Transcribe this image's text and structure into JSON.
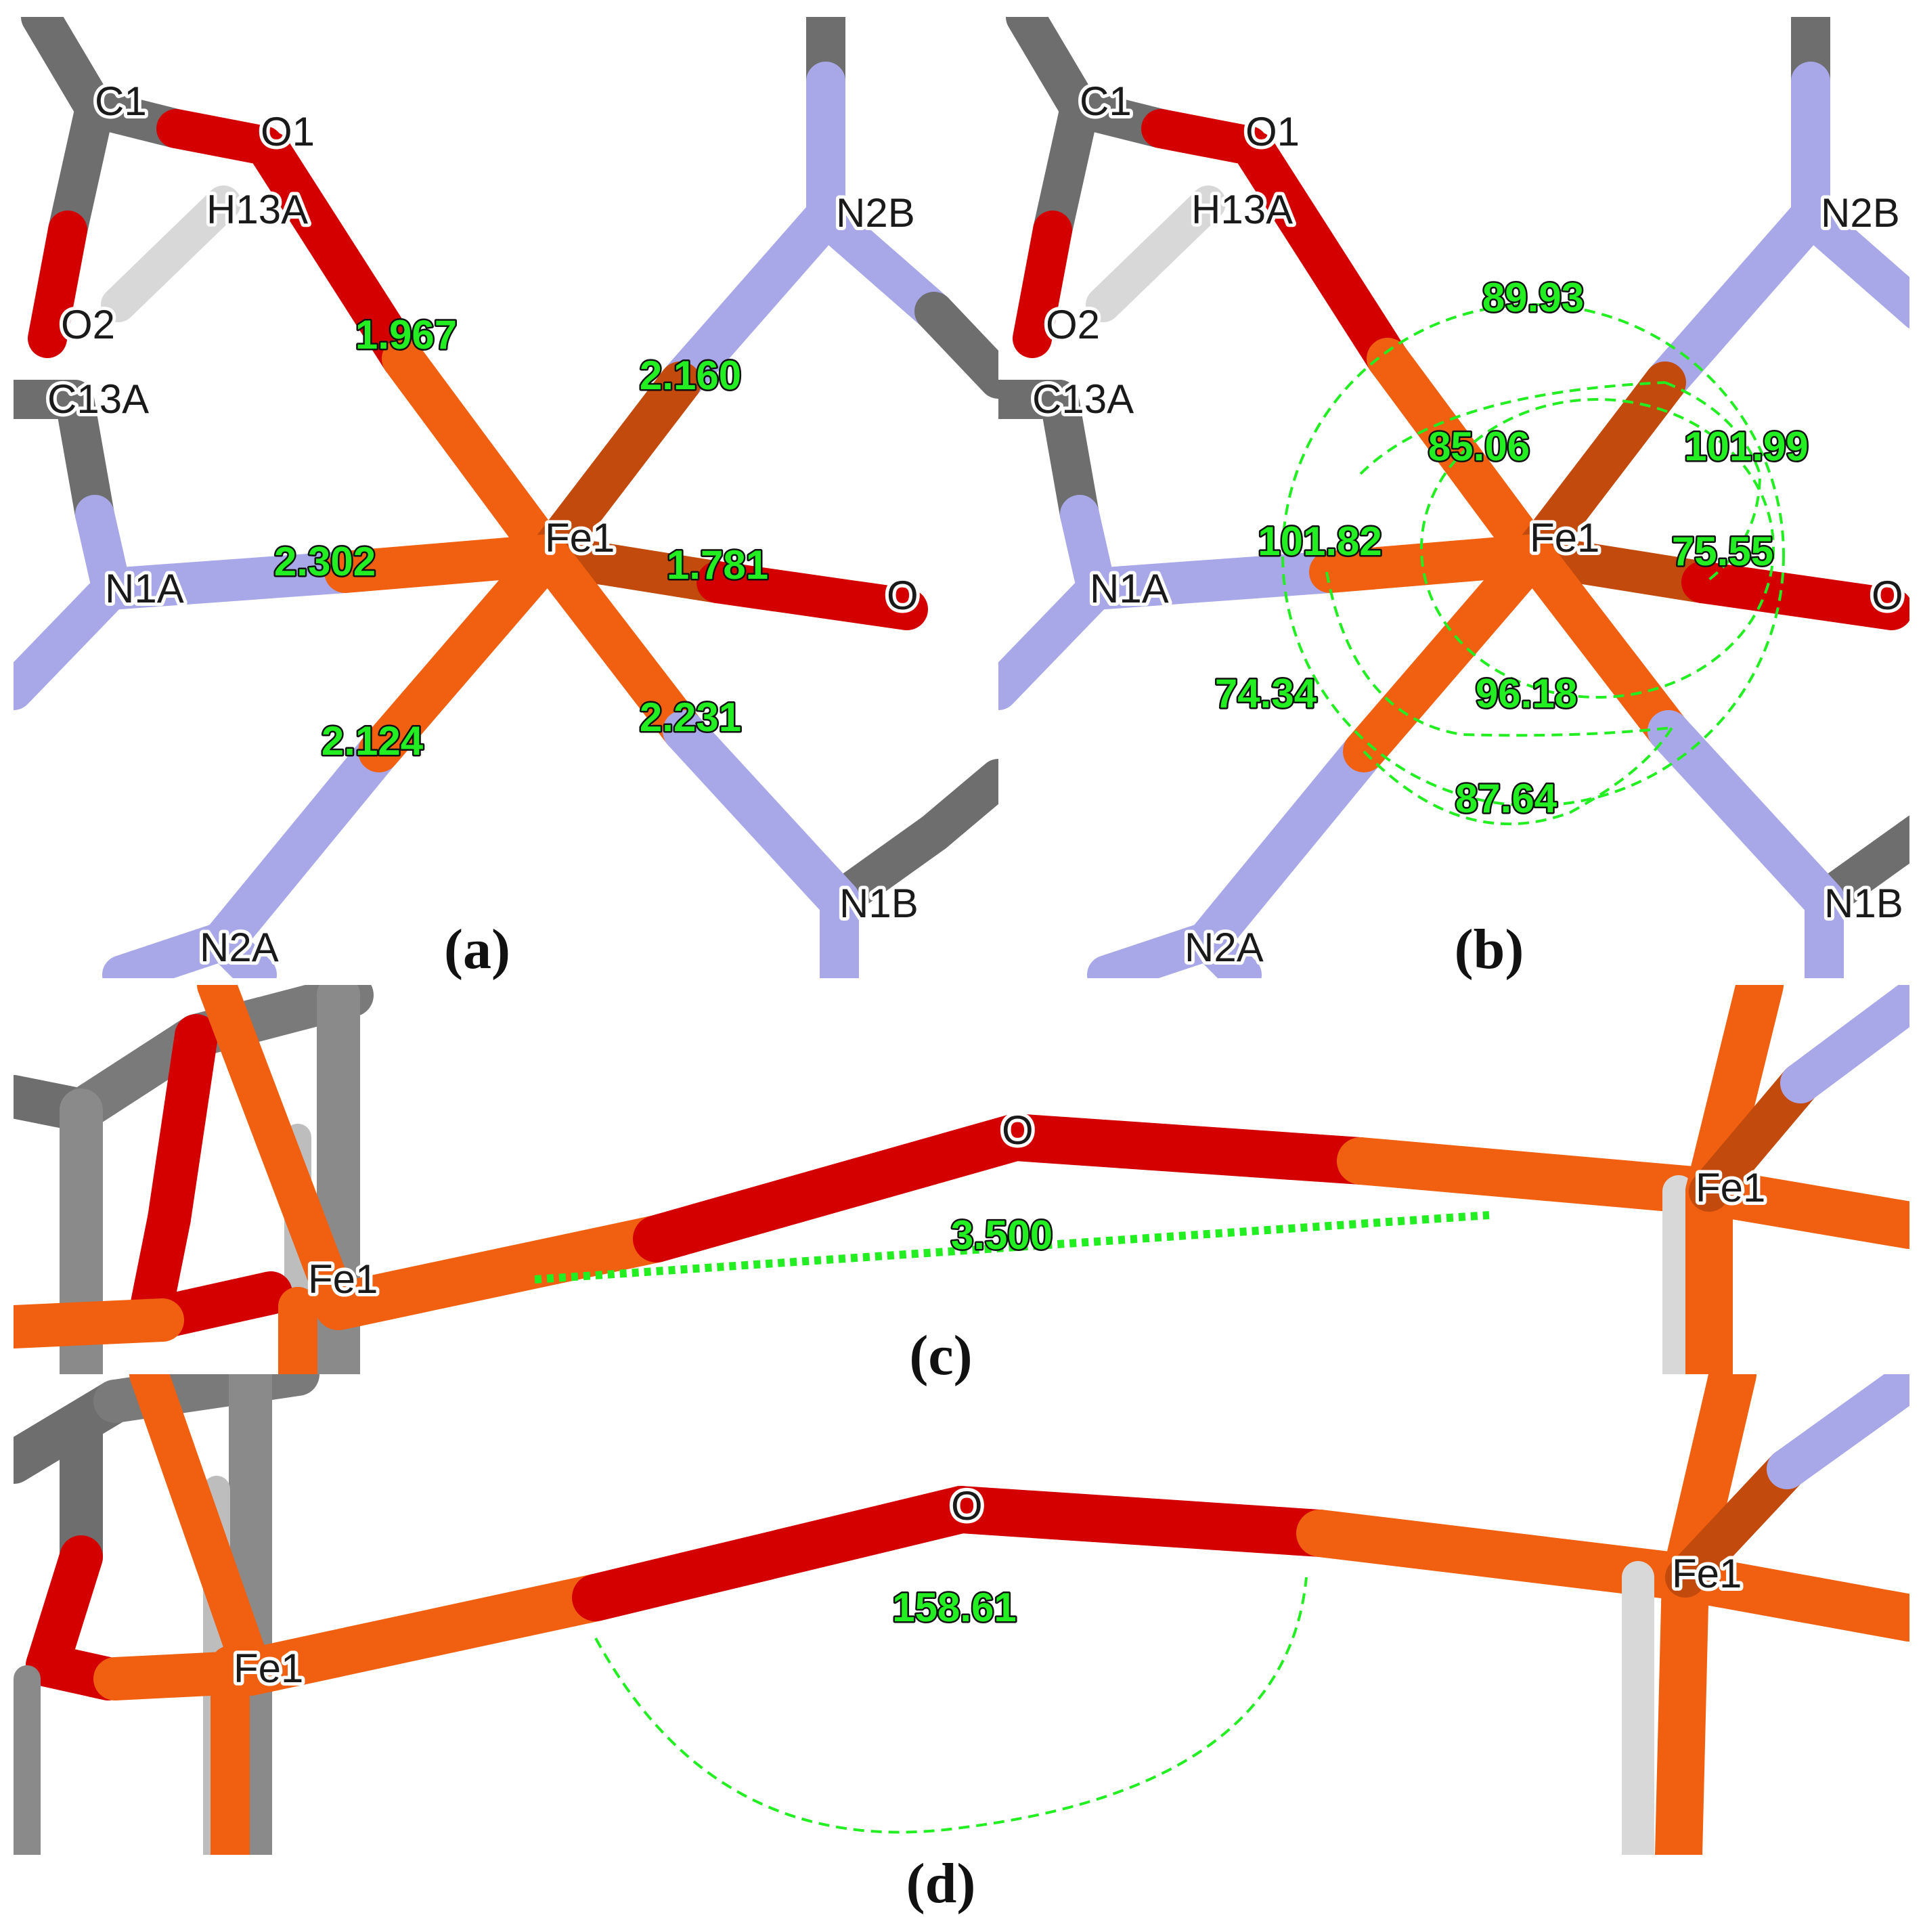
{
  "colors": {
    "iron": "#f06010",
    "oxygen": "#d40000",
    "nitrogen": "#a8a8e8",
    "carbon": "#6e6e6e",
    "hydrogen": "#d8d8d8",
    "measure": "#22ee22"
  },
  "panels": {
    "a": {
      "letter": "(a)",
      "atoms": {
        "c1": "C1",
        "o1": "O1",
        "h13a": "H13A",
        "o2": "O2",
        "c13a": "C13A",
        "n1a": "N1A",
        "n2a": "N2A",
        "fe1": "Fe1",
        "o": "O",
        "n2b": "N2B",
        "n1b": "N1B"
      },
      "bond_lengths": [
        "1.967",
        "2.160",
        "2.302",
        "1.781",
        "2.124",
        "2.231"
      ]
    },
    "b": {
      "letter": "(b)",
      "atoms": {
        "c1": "C1",
        "o1": "O1",
        "h13a": "H13A",
        "o2": "O2",
        "c13a": "C13A",
        "n1a": "N1A",
        "n2a": "N2A",
        "fe1": "Fe1",
        "o": "O",
        "n2b": "N2B",
        "n1b": "N1B"
      },
      "bond_angles": [
        "89.93",
        "85.06",
        "101.99",
        "101.82",
        "75.55",
        "74.34",
        "96.18",
        "87.64"
      ]
    },
    "c": {
      "letter": "(c)",
      "atoms": {
        "fe1_left": "Fe1",
        "o": "O",
        "fe1_right": "Fe1"
      },
      "distance": "3.500"
    },
    "d": {
      "letter": "(d)",
      "atoms": {
        "fe1_left": "Fe1",
        "o": "O",
        "fe1_right": "Fe1"
      },
      "angle": "158.61"
    }
  }
}
